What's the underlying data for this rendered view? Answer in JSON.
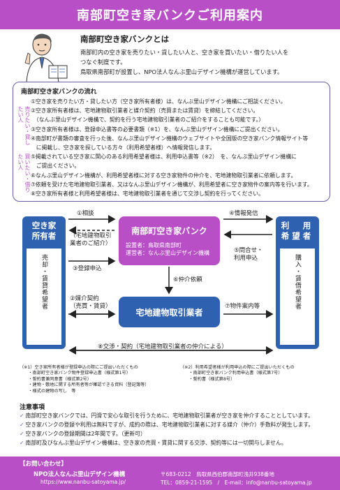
{
  "header": {
    "title": "南部町空き家バンクご利用案内"
  },
  "intro": {
    "title": "南部町空き家バンクとは",
    "line1": "南部町内の空き家を売りたい・貸したい人と、空き家を買いたい・借りたい人を",
    "line2": "つなぐ制度です。",
    "line3": "鳥取県南部町が設置し、NPO法人なんぶ里山デザイン機構が運営しています。"
  },
  "flow": {
    "title": "南部町空き家バンクの流れ",
    "side_seller": "売りたい・貸したい人",
    "side_buyer": "買いたい・借りたい人",
    "steps": [
      "①空き家を売りたい方・貸したい方（空き家所有者様）は、なんぶ里山デザイン機構にご相談ください。",
      "②空き家所有者様は、宅地建物取引業者と媒介契約（売買または賃貸）を締結してください。",
      "　（なんぶ里山デザイン機構で、契約を行う宅地建物取引業者のご紹介をすることも可能です。）",
      "③空き家所有者様は、登録申込書等の必要書類（※1）を、なんぶ里山デザイン機構にご提出ください。",
      "④南部町が書類の審査を行った後、なんぶ里山デザイン機構のウェブサイトや全国版の空き家バンク情報サイト等",
      "　に掲載し、空き家を探している方々（利用希望者様）へ情報発信します。",
      "⑤掲載されている空き家に関心のある利用希望者様は、利用申込書等（※2）　を、なんぶ里山デザイン機構に",
      "　ご提出ください。",
      "⑥なんぶ里山デザイン機構が、利用希望者様に対する空き家物件の仲介を、宅地建物取引業者に依頼します。",
      "⑦依頼を受けた宅地建物取引業者、又はなんぶ里山デザイン機構が、利用希望者に空き家物件の案内等を行います。",
      "⑧空き家所有者様と利用希望者様は、宅地建物取引業者を通じて交渉し契約を行ってください。"
    ]
  },
  "diagram": {
    "owner_title_1": "空き家",
    "owner_title_2": "所有者",
    "owner_roles": "売却・賃貸希望者",
    "user_title_1": "利　用",
    "user_title_2": "希望者",
    "user_roles": "購入・賃借希望者",
    "center_title": "南部町空き家バンク",
    "center_setter": "設置者：鳥取県南部町",
    "center_operator": "運営者：なんぶ里山デザイン機構",
    "agent_title": "宅地建物取引業者",
    "arrow1": "①相談",
    "arrow_intro_1": "（宅地建物取引",
    "arrow_intro_2": "業者のご紹介）",
    "arrow3": "③登録申込",
    "arrow2_1": "②媒介契約",
    "arrow2_2": "（売買・賃貸）",
    "arrow4": "④情報発信",
    "arrow5_1": "⑤問合せ・",
    "arrow5_2": "利用申込",
    "arrow6": "⑥仲介依頼",
    "arrow7": "⑦物件案内等",
    "arrow8": "⑧交渉・契約（宅地建物取引業者の仲介による）"
  },
  "footnotes": {
    "left": [
      "（※1）空き家所有者様が登録申込の際にご提出いただくもの",
      "　　・南部町空き家バンク物件登録申込書（様式第1号）",
      "　　・誓約書兼同意書（様式第2号）",
      "　　・建物・敷地に関する所有者等が確認できる資料（登記簿等）",
      "　　・様式の建物の写し　等"
    ],
    "right": [
      "（※2）利用希望者様が利用申込の際にご提出いただくもの",
      "　　・南部町空き家バンク利用申込書（様式第7号）",
      "　　・誓約書（様式第8号）"
    ]
  },
  "notes": {
    "title": "注意事項",
    "items": [
      "南部町空き家バンクでは、円滑で安心な取引を行うために、宅地建物取引業者が空き家を仲介することとしています。",
      "空き家バンクの登録や利用は無料ですが、成約の際は、宅地建物取引業者に対する媒介（仲介）手数料が発生します。",
      "空き家バンクの登録期間は2年間です。（更新可）",
      "南部町及びなんぶ里山デザイン機構は、空き家の売買・賃貸に関する交渉、契約等には一切関与しません。"
    ]
  },
  "footer": {
    "contact_label": "【お問い合わせ】",
    "org": "NPO法人なんぶ里山デザイン機構",
    "url": "https://www.nanbu-satoyama.jp/",
    "address": "〒683-0212　鳥取県西伯郡南部町浅井938番地",
    "tel": "TEL：0859-21-1595　/　E-mail：info@nanbu-satoyama.jp"
  },
  "colors": {
    "accent_purple": "#b84fc6",
    "accent_blue": "#2e62b0",
    "border_violet": "#6b5aa6"
  }
}
